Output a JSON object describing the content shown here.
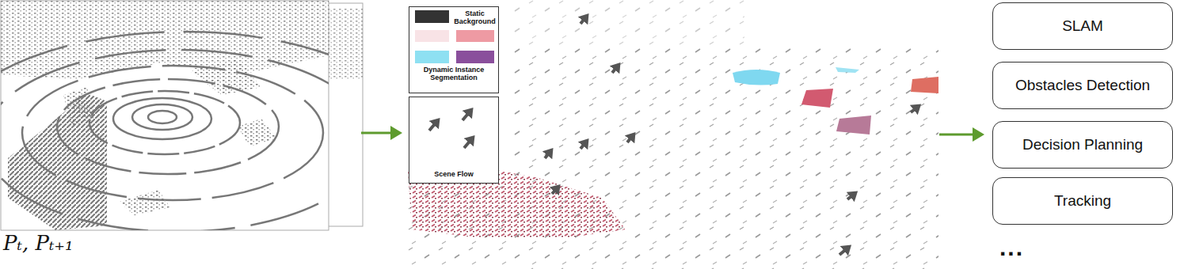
{
  "diagram": {
    "nodes": [
      {
        "text": [
          "Scene Flow"
        ]
      },
      {
        "text": [
          "SLAM"
        ]
      },
      {
        "text": [
          "Obstacles Detection"
        ]
      },
      {
        "text": [
          "Decision Planning"
        ]
      },
      {
        "text": [
          "Tracking"
        ]
      }
    ],
    "labels": [
      "Pₜ, Pₜ₊₁",
      "..."
    ],
    "legend": [
      {
        "text": "Static Background",
        "color": "#333333"
      },
      {
        "text": "Dynamic Instance Segmentation",
        "color": "#ee9aa3"
      }
    ]
  }
}
